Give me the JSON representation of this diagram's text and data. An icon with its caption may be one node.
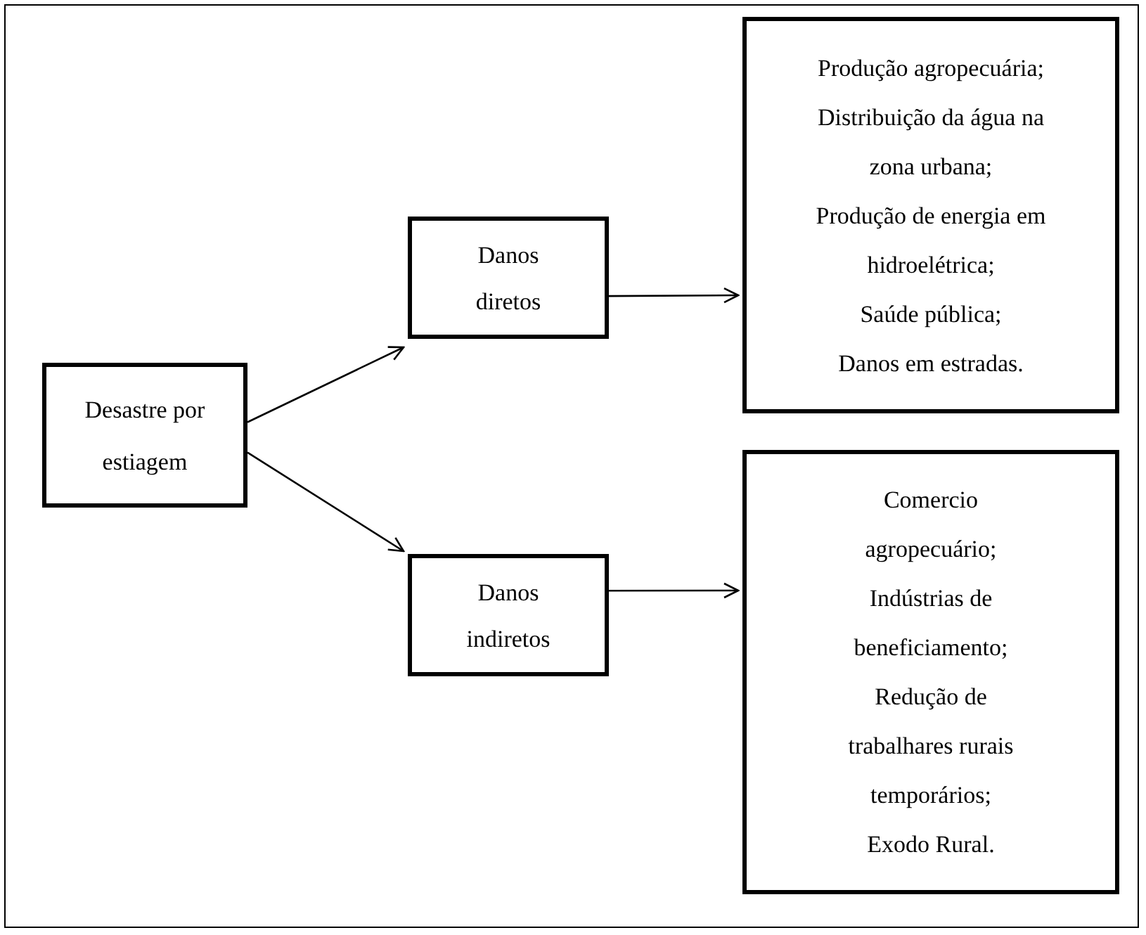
{
  "diagram": {
    "nodes": [
      {
        "text": [
          "Desastre por estiagem"
        ]
      },
      {
        "text": [
          "Danos diretos"
        ]
      },
      {
        "text": [
          "Produção agropecuária;",
          "Distribuição da água na zona urbana;",
          "Produção de energia em hidroelétrica;",
          "Saúde pública;",
          "Danos em estradas."
        ]
      },
      {
        "text": [
          "Danos indiretos"
        ]
      },
      {
        "text": [
          "Comercio agropecuário;",
          "Indústrias de beneficiamento;",
          "Redução de trabalhares rurais temporários;",
          "Exodo Rural."
        ]
      }
    ],
    "edges": [
      {
        "from": 0,
        "to": 1,
        "arrow": "to"
      },
      {
        "from": 0,
        "to": 3,
        "arrow": "to"
      },
      {
        "from": 1,
        "to": 2,
        "arrow": "to"
      },
      {
        "from": 3,
        "to": 4,
        "arrow": "to"
      }
    ]
  }
}
